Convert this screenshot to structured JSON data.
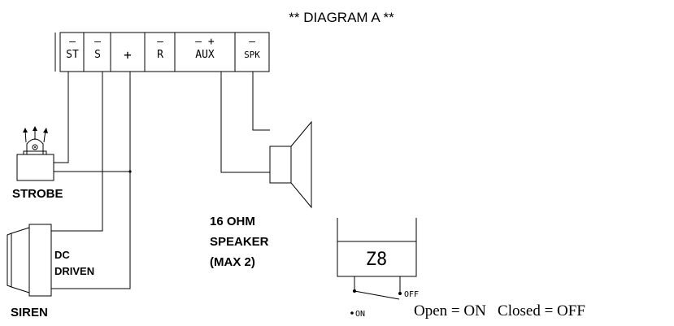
{
  "title": "** DIAGRAM A **",
  "terminals": [
    {
      "sign": "—",
      "name": "ST"
    },
    {
      "sign": "—",
      "name": "S"
    },
    {
      "sign": "",
      "name": "+"
    },
    {
      "sign": "—",
      "name": "R"
    },
    {
      "sign": "— +",
      "name": "AUX"
    },
    {
      "sign": "—",
      "name": "SPK"
    }
  ],
  "labels": {
    "strobe": "STROBE",
    "siren": "SIREN",
    "dc_line1": "DC",
    "dc_line2": "DRIVEN",
    "speaker_line1": "16 OHM",
    "speaker_line2": "SPEAKER",
    "speaker_line3": "(MAX 2)"
  },
  "switch": {
    "zone": "Z8",
    "off_label": "OFF",
    "on_label": "ON",
    "note": "Open = ON   Closed = OFF"
  }
}
